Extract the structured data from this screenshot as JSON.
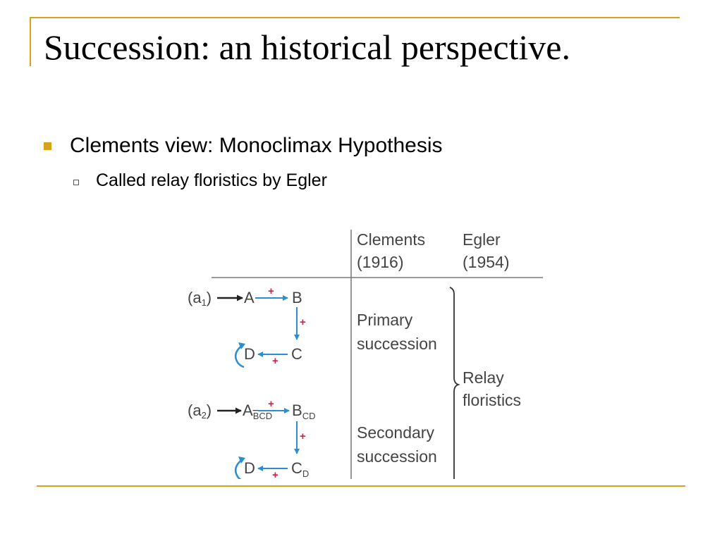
{
  "slide": {
    "title": "Succession: an historical perspective.",
    "bullets": [
      {
        "text": "Clements view: Monoclimax Hypothesis"
      },
      {
        "text": "Called relay floristics by Egler"
      }
    ]
  },
  "figure": {
    "columns": [
      {
        "line1": "Clements",
        "line2": "(1916)"
      },
      {
        "line1": "Egler",
        "line2": "(1954)"
      }
    ],
    "clements_labels": {
      "primary_1": "Primary",
      "primary_2": "succession",
      "secondary_1": "Secondary",
      "secondary_2": "succession"
    },
    "egler_labels": {
      "line1": "Relay",
      "line2": "floristics"
    },
    "diagram1": {
      "start": "(a",
      "start_sub": "1",
      "start_close": ")",
      "node_a": "A",
      "node_b": "B",
      "node_c": "C",
      "node_d": "D",
      "sign": "+"
    },
    "diagram2": {
      "start": "(a",
      "start_sub": "2",
      "start_close": ")",
      "node_a": "A",
      "node_a_sub": "BCD",
      "node_b": "B",
      "node_b_sub": "CD",
      "node_c": "C",
      "node_c_sub": "D",
      "node_d": "D",
      "sign": "+"
    },
    "colors": {
      "arrow_blue": "#2a8fd0",
      "plus_red": "#d0204a",
      "text_gray": "#444444"
    }
  }
}
